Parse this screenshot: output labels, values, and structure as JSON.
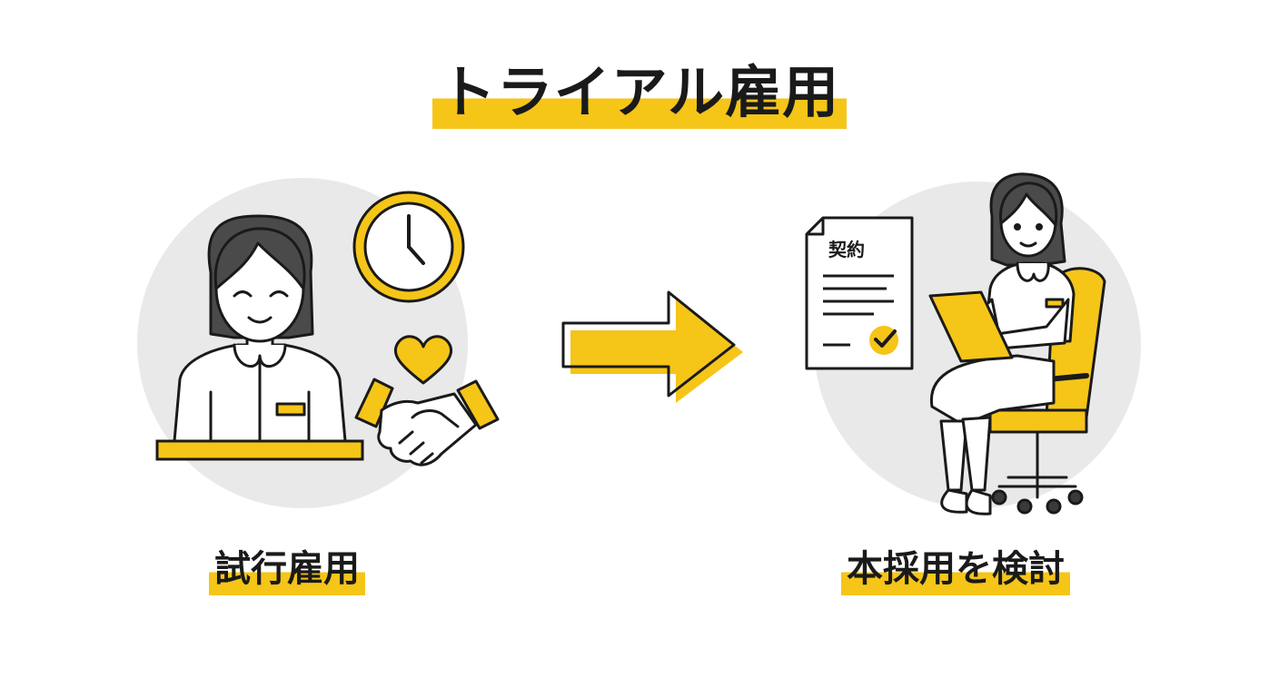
{
  "title": "トライアル雇用",
  "left": {
    "caption": "試行雇用"
  },
  "right": {
    "caption": "本採用を検討",
    "document_label": "契約"
  },
  "colors": {
    "accent": "#F5C518",
    "outline": "#1a1a1a",
    "circle": "#E9E9E9",
    "background": "#FFFFFF"
  },
  "icons": [
    "clock-icon",
    "heart-icon",
    "handshake-icon",
    "arrow-right-icon",
    "contract-document-icon",
    "checkmark-icon",
    "office-chair-icon",
    "clipboard-icon"
  ]
}
